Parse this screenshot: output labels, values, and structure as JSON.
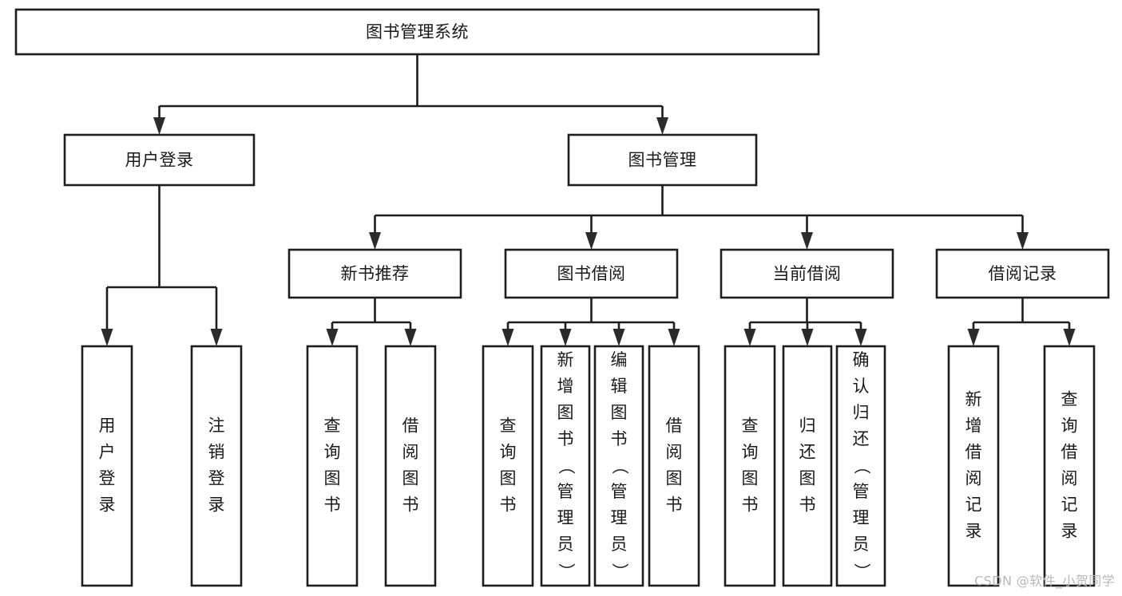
{
  "diagram": {
    "type": "tree-hierarchy",
    "orientation": "top-down",
    "title": "图书管理系统",
    "watermark": "CSDN @软件_小贺同学",
    "colors": {
      "background": "#ffffff",
      "box_fill": "#ffffff",
      "box_stroke": "#1d1d1d",
      "connector": "#1d1d1d",
      "arrow": "#2b2b2b",
      "text": "#1a1a1a",
      "watermark": "#b8b8b8"
    },
    "levels": {
      "root": {
        "id": "root",
        "label": "图书管理系统",
        "orientation": "horizontal"
      },
      "level2": [
        {
          "id": "user-login",
          "label": "用户登录",
          "orientation": "horizontal"
        },
        {
          "id": "book-management",
          "label": "图书管理",
          "orientation": "horizontal"
        }
      ],
      "level3": [
        {
          "id": "new-book-recommend",
          "label": "新书推荐",
          "parent": "book-management",
          "orientation": "horizontal"
        },
        {
          "id": "book-borrow",
          "label": "图书借阅",
          "parent": "book-management",
          "orientation": "horizontal"
        },
        {
          "id": "current-borrow",
          "label": "当前借阅",
          "parent": "book-management",
          "orientation": "horizontal"
        },
        {
          "id": "borrow-record",
          "label": "借阅记录",
          "parent": "book-management",
          "orientation": "horizontal"
        }
      ],
      "leaves": [
        {
          "id": "leaf-user-login",
          "label": "用户登录",
          "parent": "user-login",
          "orientation": "vertical"
        },
        {
          "id": "leaf-logout-login",
          "label": "注销登录",
          "parent": "user-login",
          "orientation": "vertical"
        },
        {
          "id": "leaf-query-book-1",
          "label": "查询图书",
          "parent": "new-book-recommend",
          "orientation": "vertical"
        },
        {
          "id": "leaf-borrow-book-1",
          "label": "借阅图书",
          "parent": "new-book-recommend",
          "orientation": "vertical"
        },
        {
          "id": "leaf-query-book-2",
          "label": "查询图书",
          "parent": "book-borrow",
          "orientation": "vertical"
        },
        {
          "id": "leaf-add-book-admin",
          "label": "新增图书（管理员）",
          "parent": "book-borrow",
          "orientation": "vertical"
        },
        {
          "id": "leaf-edit-book-admin",
          "label": "编辑图书（管理员）",
          "parent": "book-borrow",
          "orientation": "vertical"
        },
        {
          "id": "leaf-borrow-book-2",
          "label": "借阅图书",
          "parent": "book-borrow",
          "orientation": "vertical"
        },
        {
          "id": "leaf-query-book-3",
          "label": "查询图书",
          "parent": "current-borrow",
          "orientation": "vertical"
        },
        {
          "id": "leaf-return-book",
          "label": "归还图书",
          "parent": "current-borrow",
          "orientation": "vertical"
        },
        {
          "id": "leaf-confirm-return-admin",
          "label": "确认归还（管理员）",
          "parent": "current-borrow",
          "orientation": "vertical"
        },
        {
          "id": "leaf-add-borrow-record",
          "label": "新增借阅记录",
          "parent": "borrow-record",
          "orientation": "vertical"
        },
        {
          "id": "leaf-query-borrow-record",
          "label": "查询借阅记录",
          "parent": "borrow-record",
          "orientation": "vertical"
        }
      ]
    }
  }
}
